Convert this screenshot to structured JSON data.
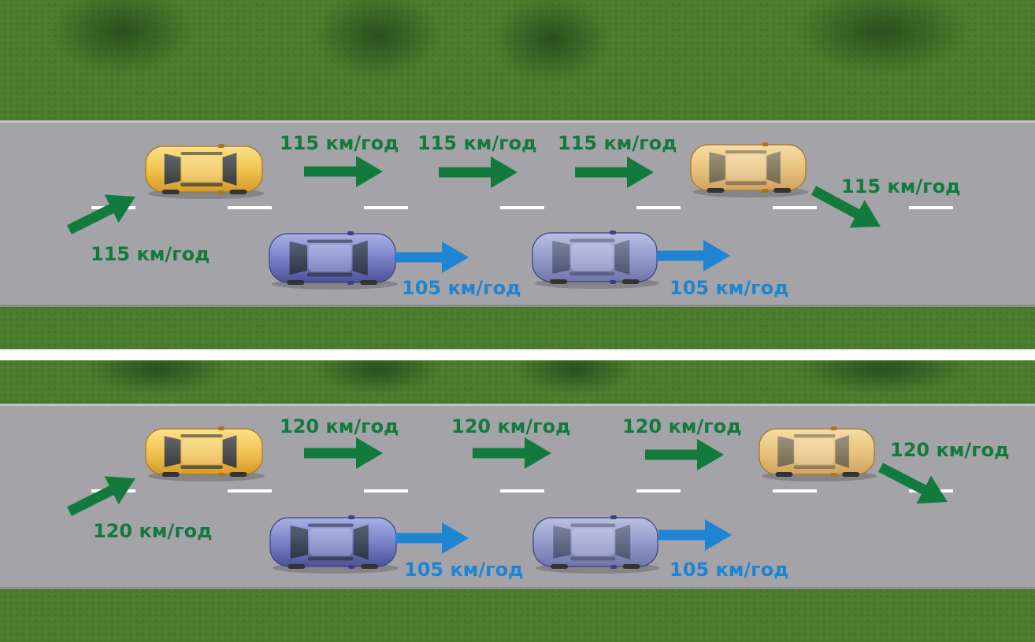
{
  "colors": {
    "speed_green": "#137a3e",
    "speed_blue": "#1f84d1",
    "road": "#a3a3a8",
    "grass": "#4a7a2c",
    "car_yellow": "#f1c14f",
    "car_blue": "#7b82c4"
  },
  "panels": [
    {
      "green_speed": "115 км/год",
      "blue_speed": "105 км/год",
      "green_labels": [
        {
          "text": "115 км/год"
        },
        {
          "text": "115 км/год"
        },
        {
          "text": "115 км/год"
        },
        {
          "text": "115 км/год"
        },
        {
          "text": "115 км/год"
        }
      ],
      "blue_labels": [
        {
          "text": "105 км/год"
        },
        {
          "text": "105 км/год"
        }
      ]
    },
    {
      "green_speed": "120 км/год",
      "blue_speed": "105 км/год",
      "green_labels": [
        {
          "text": "120 км/год"
        },
        {
          "text": "120 км/год"
        },
        {
          "text": "120 км/год"
        },
        {
          "text": "120 км/год"
        },
        {
          "text": "120 км/год"
        }
      ],
      "blue_labels": [
        {
          "text": "105 км/год"
        },
        {
          "text": "105 км/год"
        }
      ]
    }
  ]
}
